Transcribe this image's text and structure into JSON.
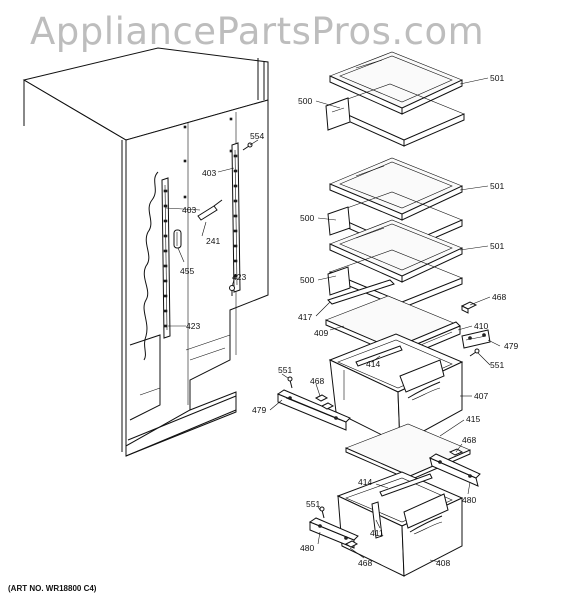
{
  "watermark": "AppliancePartsPros.com",
  "art_number": "(ART NO. WR18800 C4)",
  "part_labels": [
    {
      "id": "554",
      "text": "554"
    },
    {
      "id": "403a",
      "text": "403"
    },
    {
      "id": "403b",
      "text": "403"
    },
    {
      "id": "241",
      "text": "241"
    },
    {
      "id": "455",
      "text": "455"
    },
    {
      "id": "423a",
      "text": "423"
    },
    {
      "id": "423b",
      "text": "423"
    },
    {
      "id": "500a",
      "text": "500"
    },
    {
      "id": "501a",
      "text": "501"
    },
    {
      "id": "501b",
      "text": "501"
    },
    {
      "id": "500b",
      "text": "500"
    },
    {
      "id": "501c",
      "text": "501"
    },
    {
      "id": "500c",
      "text": "500"
    },
    {
      "id": "468a",
      "text": "468"
    },
    {
      "id": "417",
      "text": "417"
    },
    {
      "id": "410",
      "text": "410"
    },
    {
      "id": "409",
      "text": "409"
    },
    {
      "id": "479a",
      "text": "479"
    },
    {
      "id": "414a",
      "text": "414"
    },
    {
      "id": "551a",
      "text": "551"
    },
    {
      "id": "551b",
      "text": "551"
    },
    {
      "id": "468b",
      "text": "468"
    },
    {
      "id": "407",
      "text": "407"
    },
    {
      "id": "479b",
      "text": "479"
    },
    {
      "id": "415",
      "text": "415"
    },
    {
      "id": "468c",
      "text": "468"
    },
    {
      "id": "414b",
      "text": "414"
    },
    {
      "id": "480a",
      "text": "480"
    },
    {
      "id": "551c",
      "text": "551"
    },
    {
      "id": "411",
      "text": "411"
    },
    {
      "id": "480b",
      "text": "480"
    },
    {
      "id": "468d",
      "text": "468"
    },
    {
      "id": "408",
      "text": "408"
    }
  ]
}
